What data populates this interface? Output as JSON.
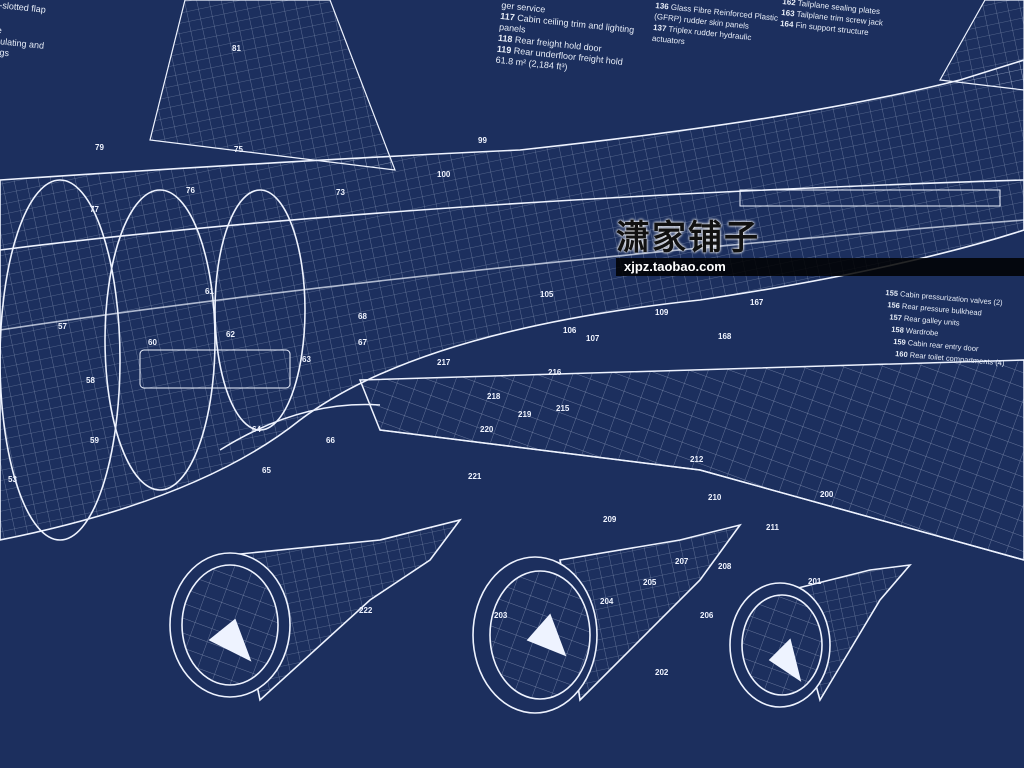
{
  "key_left": [
    "-slotted flap",
    "e",
    "sulating and",
    "ngs"
  ],
  "key_middle": [
    {
      "text": "ger service"
    },
    {
      "num": "117",
      "text": "Cabin ceiling trim and lighting"
    },
    {
      "text": "panels"
    },
    {
      "num": "118",
      "text": "Rear freight hold door"
    },
    {
      "num": "119",
      "text": "Rear underfloor freight hold"
    },
    {
      "text": "61.8 m² (2,184 ft³)"
    }
  ],
  "key_tail": [
    {
      "num": "136",
      "text": "Glass Fibre Reinforced Plastic"
    },
    {
      "text": "(GFRP) rudder skin panels"
    },
    {
      "num": "137",
      "text": "Triplex rudder hydraulic"
    },
    {
      "text": "actuators"
    }
  ],
  "key_tailplane": [
    {
      "num": "162",
      "text": "Tailplane sealing plates"
    },
    {
      "num": "163",
      "text": "Tailplane trim screw jack"
    },
    {
      "num": "164",
      "text": "Fin support structure"
    }
  ],
  "key_right": [
    {
      "num": "155",
      "text": "Cabin pressurization valves (2)"
    },
    {
      "num": "156",
      "text": "Rear pressure bulkhead"
    },
    {
      "num": "157",
      "text": "Rear galley units"
    },
    {
      "num": "158",
      "text": "Wardrobe"
    },
    {
      "num": "159",
      "text": "Cabin rear entry door"
    },
    {
      "num": "160",
      "text": "Rear toilet compartments (4)"
    }
  ],
  "watermark": {
    "name": "潇家铺子",
    "url": "xjpz.taobao.com"
  },
  "callouts": [
    {
      "n": "79"
    },
    {
      "n": "77"
    },
    {
      "n": "81"
    },
    {
      "n": "75"
    },
    {
      "n": "76"
    },
    {
      "n": "73"
    },
    {
      "n": "100"
    },
    {
      "n": "99"
    },
    {
      "n": "61"
    },
    {
      "n": "57"
    },
    {
      "n": "60"
    },
    {
      "n": "62"
    },
    {
      "n": "58"
    },
    {
      "n": "59"
    },
    {
      "n": "53"
    },
    {
      "n": "63"
    },
    {
      "n": "64"
    },
    {
      "n": "65"
    },
    {
      "n": "66"
    },
    {
      "n": "67"
    },
    {
      "n": "68"
    },
    {
      "n": "105"
    },
    {
      "n": "106"
    },
    {
      "n": "107"
    },
    {
      "n": "109"
    },
    {
      "n": "167"
    },
    {
      "n": "168"
    },
    {
      "n": "221"
    },
    {
      "n": "222"
    },
    {
      "n": "203"
    },
    {
      "n": "204"
    },
    {
      "n": "202"
    },
    {
      "n": "205"
    },
    {
      "n": "206"
    },
    {
      "n": "207"
    },
    {
      "n": "208"
    },
    {
      "n": "209"
    },
    {
      "n": "210"
    },
    {
      "n": "211"
    },
    {
      "n": "201"
    },
    {
      "n": "200"
    },
    {
      "n": "217"
    },
    {
      "n": "218"
    },
    {
      "n": "219"
    },
    {
      "n": "220"
    },
    {
      "n": "215"
    },
    {
      "n": "216"
    },
    {
      "n": "212"
    }
  ],
  "colors": {
    "background": "#1c2f5e",
    "lines": "#e8eef8"
  }
}
